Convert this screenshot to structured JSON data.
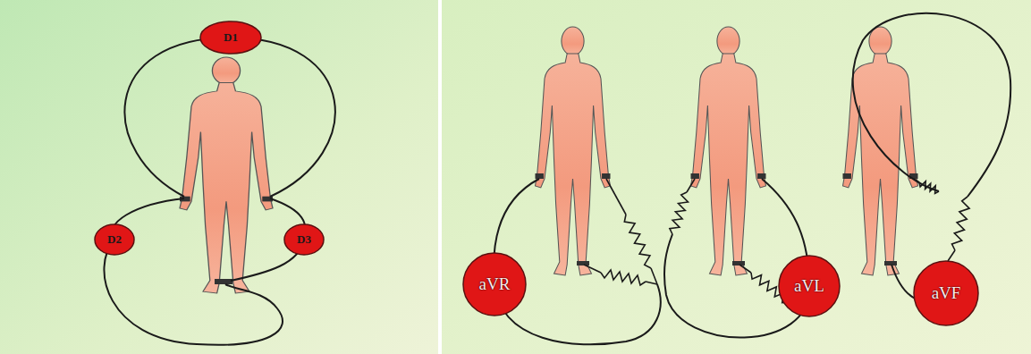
{
  "diagram": {
    "nodes": [
      {
        "text": [
          "D1"
        ]
      },
      {
        "text": [
          "D2"
        ]
      },
      {
        "text": [
          "D3"
        ]
      },
      {
        "text": [
          "aVR"
        ]
      },
      {
        "text": [
          "aVL"
        ]
      },
      {
        "text": [
          "aVF"
        ]
      }
    ]
  }
}
